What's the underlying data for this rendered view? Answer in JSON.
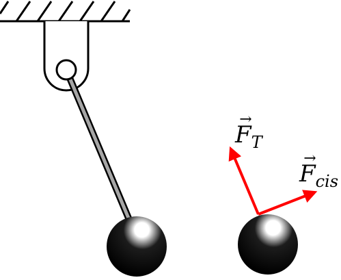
{
  "diagram": {
    "colors": {
      "ink": "#000000",
      "rod": "#a6a6a6",
      "force": "#ff0000",
      "ball_dark": "#000000",
      "ball_highlight": "#ffffff"
    },
    "forces": [
      {
        "id": "tension",
        "icon": "arrow-icon",
        "symbol": "F",
        "vector_mark": "→",
        "subscript": "T"
      },
      {
        "id": "centrifugal",
        "icon": "arrow-icon",
        "symbol": "F",
        "vector_mark": "→",
        "subscript": "cis"
      }
    ]
  }
}
